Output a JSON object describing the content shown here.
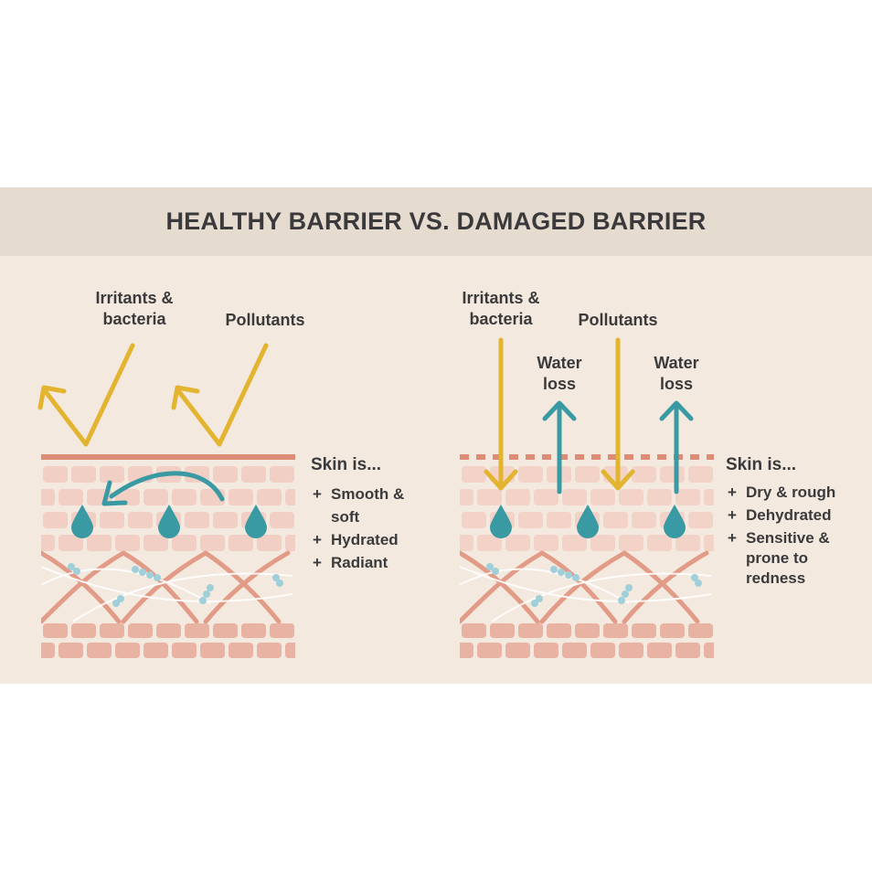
{
  "title": "HEALTHY BARRIER VS. DAMAGED BARRIER",
  "colors": {
    "banner": "#e6dbcf",
    "panel": "#f3e9df",
    "brick": "#e9b3a3",
    "brick_light": "#f2cfc4",
    "border": "#dd8c76",
    "yellow_arrow": "#e3b42f",
    "teal": "#3a9aa4",
    "light_blue": "#9fcfd9",
    "text": "#3a3a3c"
  },
  "healthy": {
    "irritants_label": "Irritants &\nbacteria",
    "pollutants_label": "Pollutants",
    "skin_heading": "Skin is...",
    "features": [
      "Smooth &\nsoft",
      "Hydrated",
      "Radiant"
    ]
  },
  "damaged": {
    "irritants_label": "Irritants &\nbacteria",
    "pollutants_label": "Pollutants",
    "water_loss_label_1": "Water\nloss",
    "water_loss_label_2": "Water\nloss",
    "skin_heading": "Skin is...",
    "features": [
      "Dry & rough",
      "Dehydrated",
      "Sensitive &\nprone to\nredness"
    ]
  }
}
